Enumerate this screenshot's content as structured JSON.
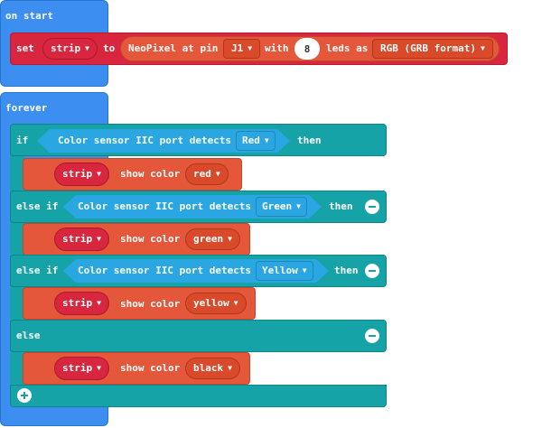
{
  "on_start": {
    "hat_label": "on start",
    "set_label": "set",
    "var_name": "strip",
    "to_label": "to",
    "neopixel_label": "NeoPixel at pin",
    "pin_value": "J1",
    "with_label": "with",
    "led_count": "8",
    "leds_as_label": "leds as",
    "mode_value": "RGB (GRB format)"
  },
  "forever": {
    "hat_label": "forever",
    "if_label": "if",
    "else_if_label": "else if",
    "else_label": "else",
    "then_label": "then",
    "sensor_label": "Color sensor IIC port detects",
    "show_color_label": "show color",
    "strip_label": "strip",
    "branches": [
      {
        "detect": "Red",
        "color": "red"
      },
      {
        "detect": "Green",
        "color": "green"
      },
      {
        "detect": "Yellow",
        "color": "yellow"
      },
      {
        "color": "black"
      }
    ]
  },
  "colors": {
    "event_blue": "#3c8ef0",
    "logic_teal": "#16a3a8",
    "neopixel_orange": "#e5573a",
    "variable_red": "#d7263d",
    "sensor_blue": "#2aa7e3"
  },
  "icons": {
    "dropdown": "triangle-down",
    "remove": "minus-circle",
    "add": "plus-circle"
  }
}
